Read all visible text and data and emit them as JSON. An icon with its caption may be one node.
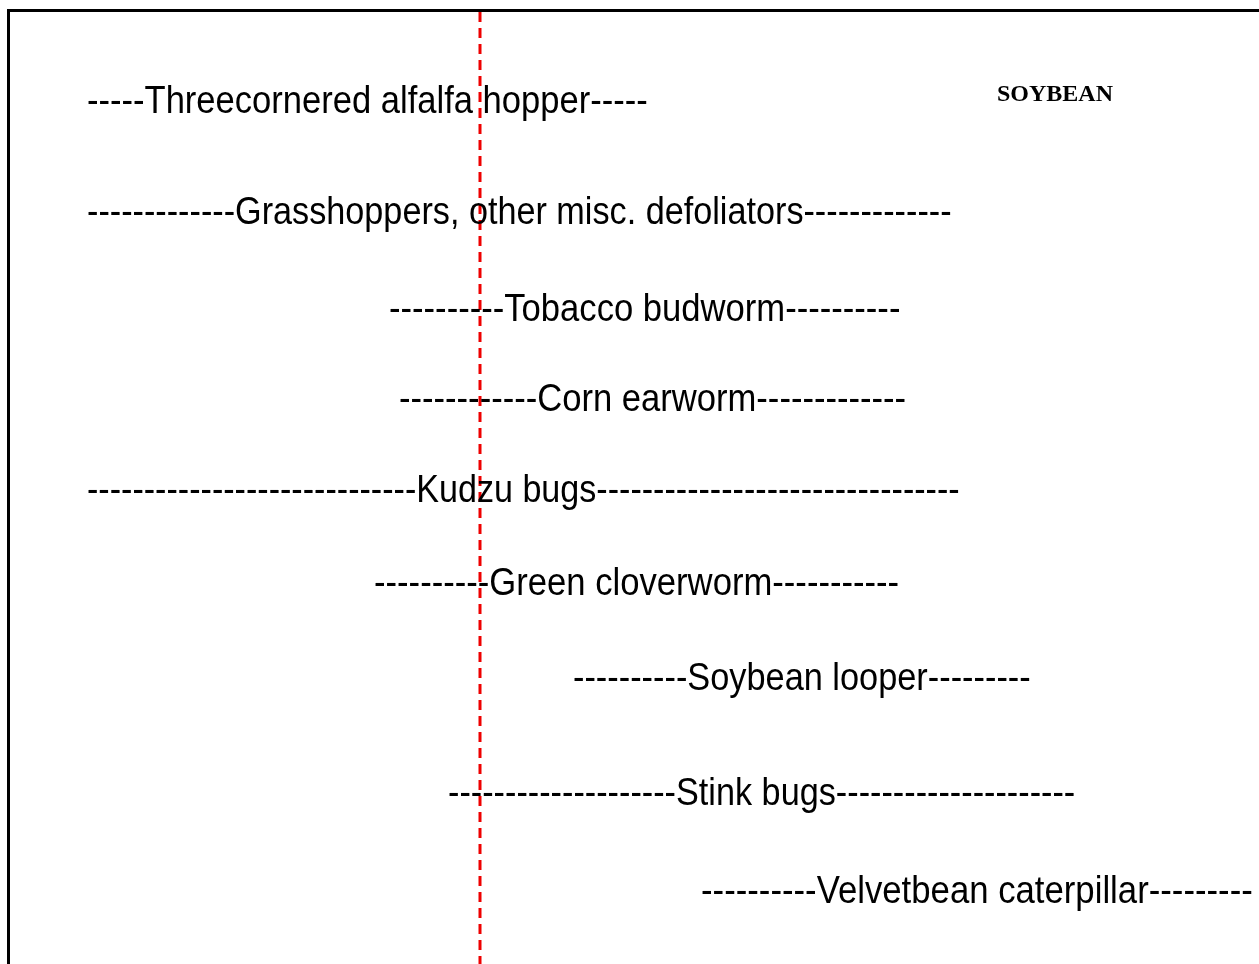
{
  "diagram": {
    "title": "SOYBEAN",
    "labels": [
      "-----Threecornered alfalfa hopper-----",
      "-------------Grasshoppers, other misc. defoliators-------------",
      "----------Tobacco budworm----------",
      "------------Corn earworm-------------",
      "-----------------------------Kudzu bugs--------------------------------",
      "----------Green cloverworm-----------",
      "----------Soybean looper---------",
      "--------------------Stink bugs---------------------",
      "----------Velvetbean caterpillar---------"
    ]
  }
}
